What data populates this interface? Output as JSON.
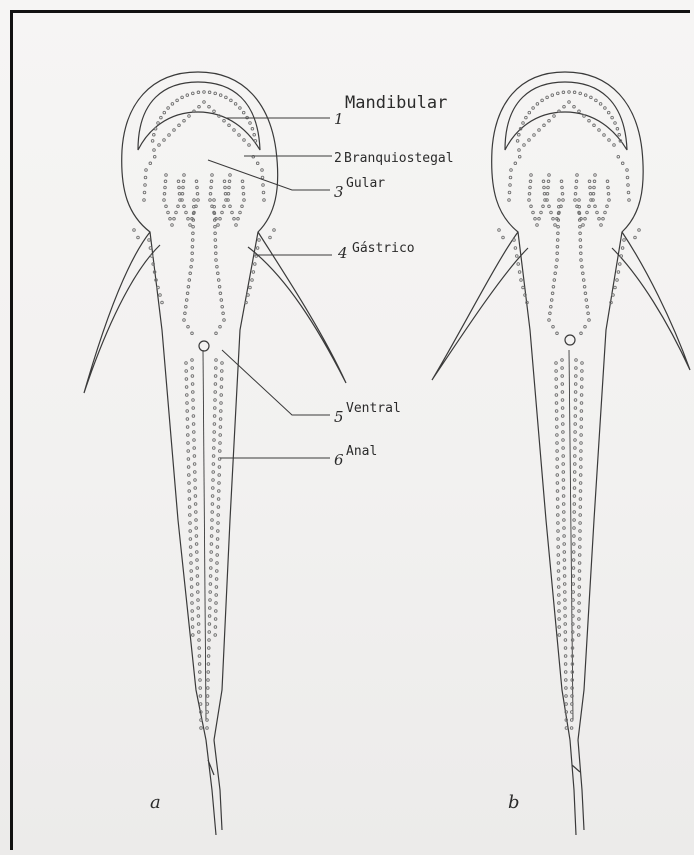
{
  "labels": {
    "mandibular": "Mandibular",
    "n1": "1",
    "n2": "2",
    "branquiostegal": "Branquiostegal",
    "n3": "3",
    "gular": "Gular",
    "n4": "4",
    "gastrico": "Gástrico",
    "n5": "5",
    "ventral": "Ventral",
    "n6": "6",
    "anal": "Anal"
  },
  "captions": {
    "a": "a",
    "b": "b"
  },
  "colors": {
    "ink": "#3a3a3a",
    "dot": "#6f6f6f"
  }
}
